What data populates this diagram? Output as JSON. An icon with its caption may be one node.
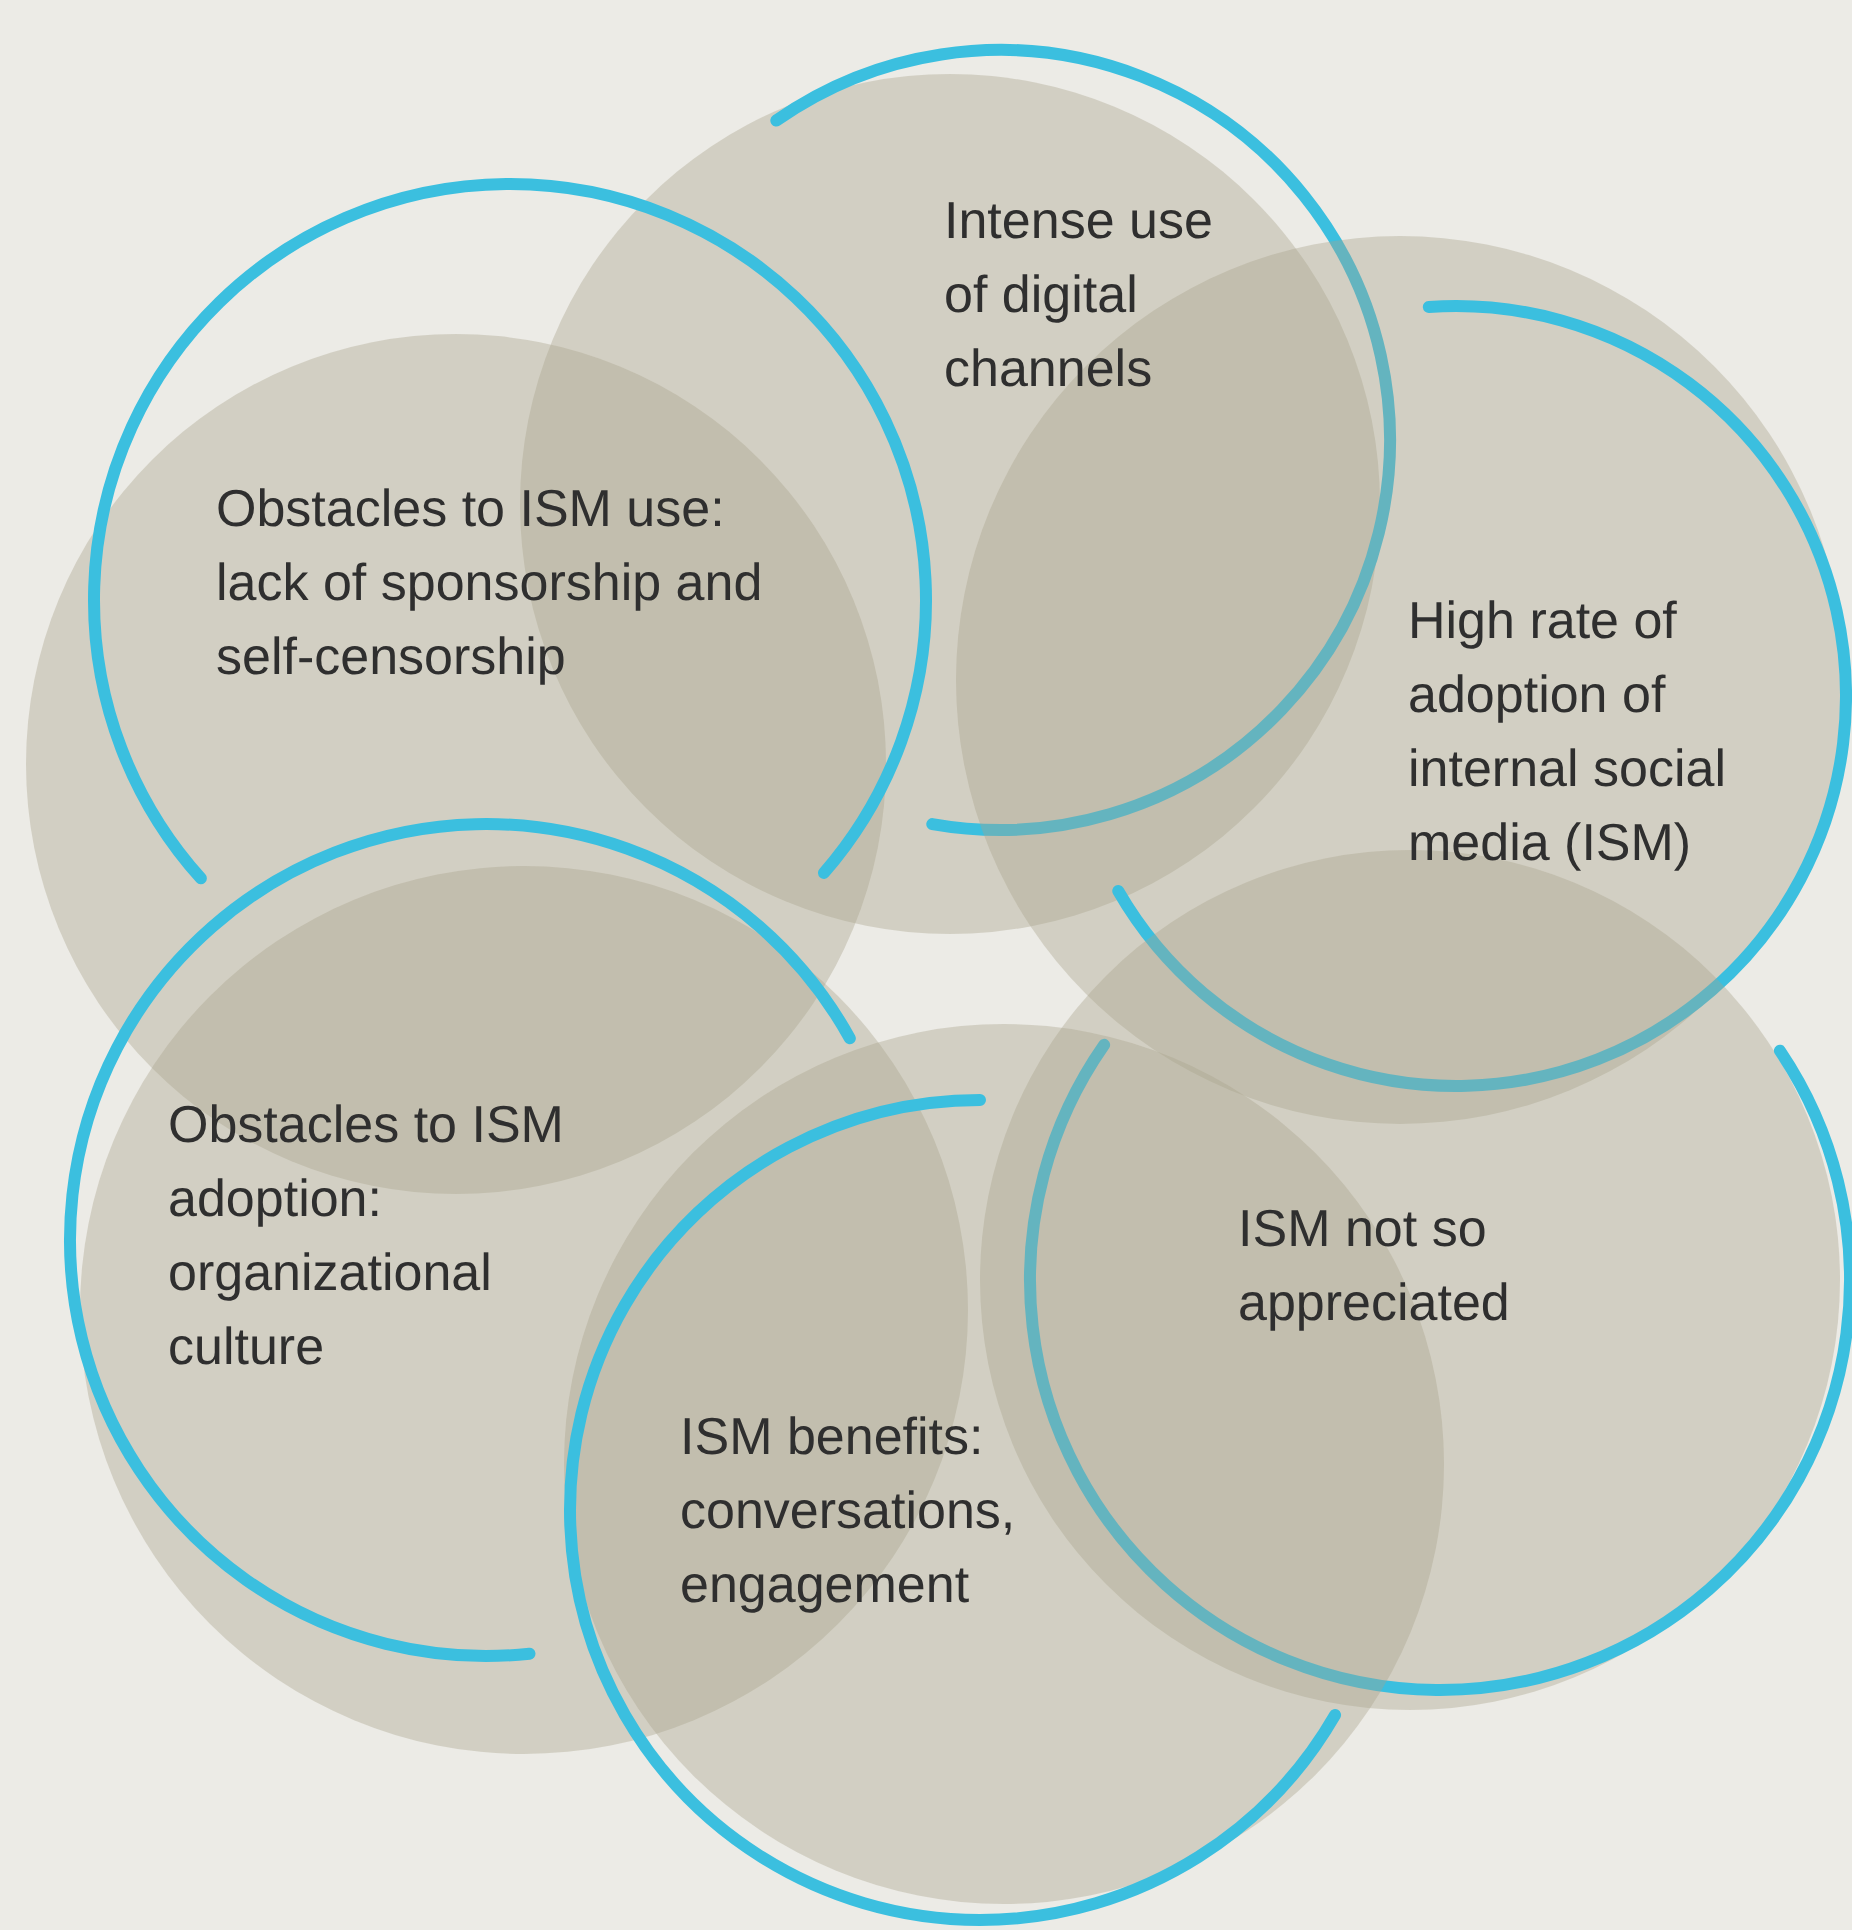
{
  "diagram": {
    "nodes": [
      {
        "text": [
          "Intense use of digital channels"
        ]
      },
      {
        "text": [
          "Obstacles to ISM use: lack of sponsorship and self-censorship"
        ]
      },
      {
        "text": [
          "High rate of adoption of internal social media (ISM)"
        ]
      },
      {
        "text": [
          "Obstacles to ISM adoption: organizational culture"
        ]
      },
      {
        "text": [
          "ISM not so appreciated"
        ]
      },
      {
        "text": [
          "ISM benefits: conversations, engagement"
        ]
      }
    ]
  }
}
